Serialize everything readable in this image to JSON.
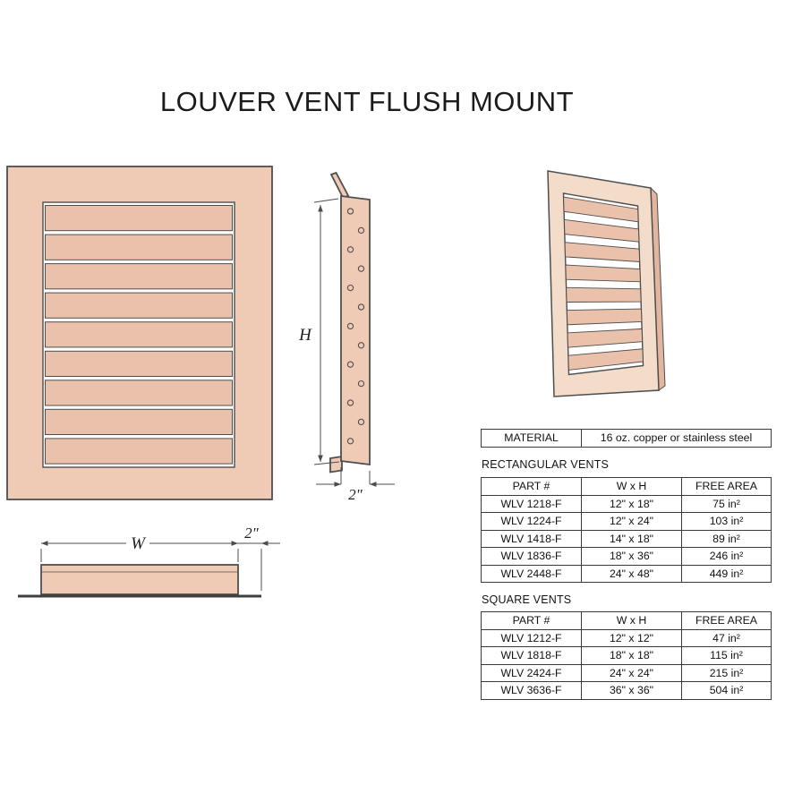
{
  "title": "LOUVER VENT FLUSH MOUNT",
  "drawing_labels": {
    "h": "H",
    "w": "W",
    "depth_side": "2\"",
    "depth_bottom": "2\""
  },
  "material": {
    "label": "MATERIAL",
    "value": "16 oz. copper or stainless steel"
  },
  "rectangular_vents": {
    "title": "RECTANGULAR VENTS",
    "headers": [
      "PART #",
      "W x H",
      "FREE AREA"
    ],
    "rows": [
      [
        "WLV 1218-F",
        "12\" x 18\"",
        "75 in²"
      ],
      [
        "WLV 1224-F",
        "12\" x 24\"",
        "103 in²"
      ],
      [
        "WLV 1418-F",
        "14\" x 18\"",
        "89 in²"
      ],
      [
        "WLV 1836-F",
        "18\" x 36\"",
        "246 in²"
      ],
      [
        "WLV 2448-F",
        "24\" x 48\"",
        "449 in²"
      ]
    ]
  },
  "square_vents": {
    "title": "SQUARE VENTS",
    "headers": [
      "PART #",
      "W x H",
      "FREE AREA"
    ],
    "rows": [
      [
        "WLV 1212-F",
        "12\" x 12\"",
        "47 in²"
      ],
      [
        "WLV 1818-F",
        "18\" x 18\"",
        "115 in²"
      ],
      [
        "WLV 2424-F",
        "24\" x 24\"",
        "215 in²"
      ],
      [
        "WLV 3636-F",
        "36\" x 36\"",
        "504 in²"
      ]
    ]
  },
  "colors": {
    "vent_fill": "#efcab5",
    "slat_fill": "#eac1aa",
    "line": "#4e4e4e",
    "frame3d_fill": "#f4dcca",
    "flange3d_fill": "#e2b69e"
  }
}
